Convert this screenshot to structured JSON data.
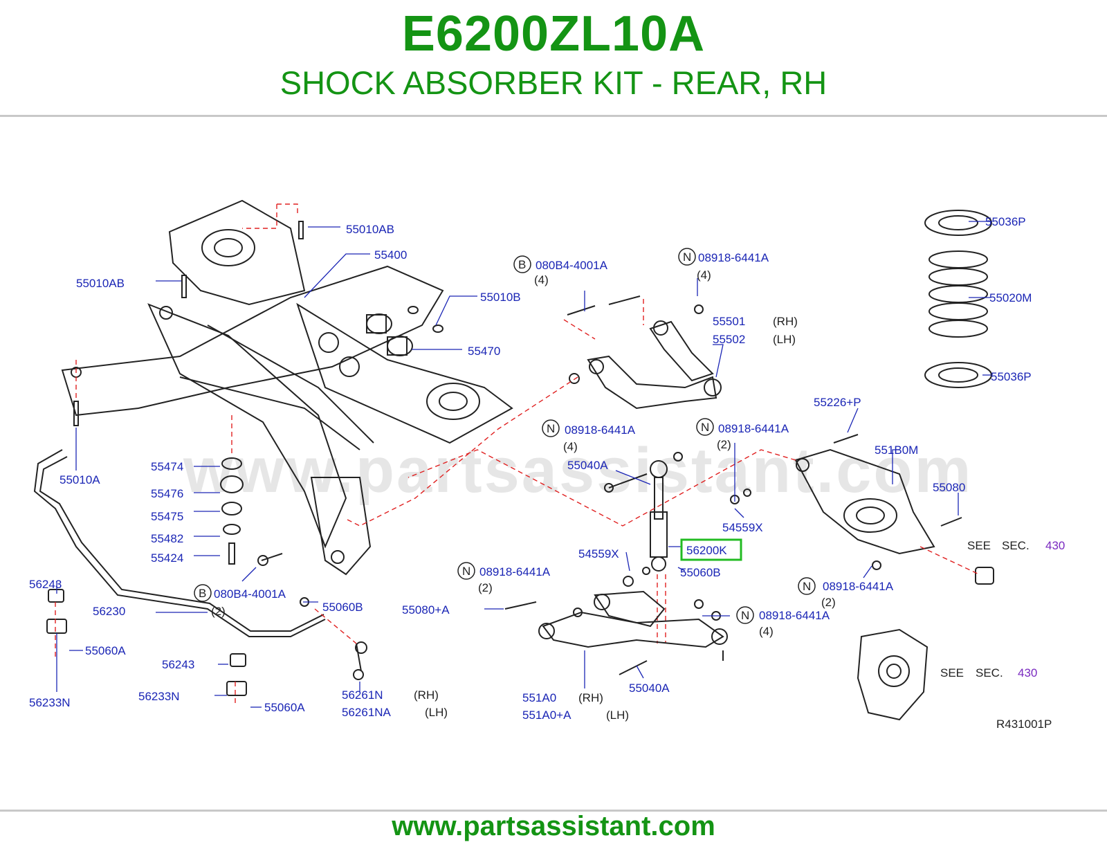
{
  "header": {
    "part_number": "E6200ZL10A",
    "description": "SHOCK ABSORBER KIT - REAR, RH"
  },
  "watermark": "www.partsassistant.com",
  "footer": {
    "url": "www.partsassistant.com"
  },
  "diagram": {
    "code": "R431001P",
    "highlight_color": "#22bb22",
    "highlighted_part": "56200K",
    "labels": {
      "l55010AB_top": "55010AB",
      "l55400": "55400",
      "l55010AB_left": "55010AB",
      "l55010B": "55010B",
      "l55470": "55470",
      "l55010A": "55010A",
      "l55474": "55474",
      "l55476": "55476",
      "l55475": "55475",
      "l55482": "55482",
      "l55424": "55424",
      "l080B4_top": "080B4-4001A",
      "l080B4_top_qty": "(4)",
      "l08918_top": "08918-6441A",
      "l08918_top_qty": "(4)",
      "l55501": "55501",
      "l55501_side": "(RH)",
      "l55502": "55502",
      "l55502_side": "(LH)",
      "l55036P_top": "55036P",
      "l55020M": "55020M",
      "l55036P_bot": "55036P",
      "l55226P": "55226+P",
      "l551B0M": "551B0M",
      "l55080": "55080",
      "l08918_mid1": "08918-6441A",
      "l08918_mid1_qty": "(4)",
      "l55040A_top": "55040A",
      "l08918_mid2": "08918-6441A",
      "l08918_mid2_qty": "(2)",
      "l54559X_right": "54559X",
      "l56200K": "56200K",
      "l54559X_left": "54559X",
      "l55060B_mid": "55060B",
      "l08918_low1": "08918-6441A",
      "l08918_low1_qty": "(2)",
      "l55080A": "55080+A",
      "l08918_low2": "08918-6441A",
      "l08918_low2_qty": "(2)",
      "l08918_low3": "08918-6441A",
      "l08918_low3_qty": "(4)",
      "l55040A_bot": "55040A",
      "l551A0": "551A0",
      "l551A0_side": "(RH)",
      "l551A0A": "551A0+A",
      "l551A0A_side": "(LH)",
      "l080B4_bot": "080B4-4001A",
      "l080B4_bot_qty": "(2)",
      "l56243_top": "56243",
      "l56230": "56230",
      "l55060B_left": "55060B",
      "l55060A_left": "55060A",
      "l56243_bot": "56243",
      "l56233N_left": "56233N",
      "l56233N_mid": "56233N",
      "l55060A_bot": "55060A",
      "l56261N": "56261N",
      "l56261N_side": "(RH)",
      "l56261NA": "56261NA",
      "l56261NA_side": "(LH)",
      "see1": "SEE",
      "sec1": "SEC.",
      "secno1": "430",
      "see2": "SEE",
      "sec2": "SEC.",
      "secno2": "430",
      "circle_B": "B",
      "circle_N": "N"
    }
  }
}
